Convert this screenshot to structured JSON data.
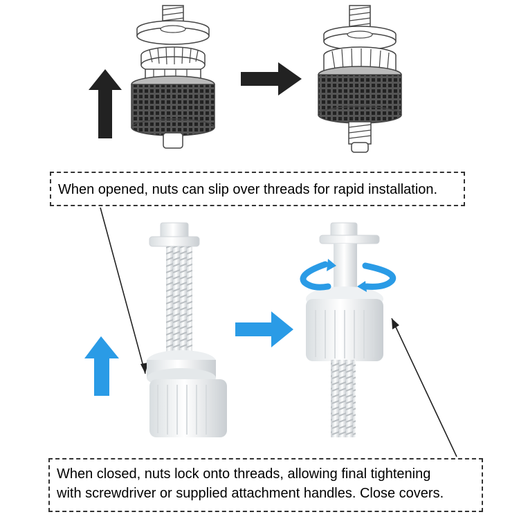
{
  "callouts": {
    "opened": "When opened, nuts can slip over threads for rapid installation.",
    "closed_line1": "When closed, nuts lock onto threads, allowing final tightening",
    "closed_line2": "with screwdriver or supplied attachment handles. Close covers."
  },
  "colors": {
    "arrow_dark": "#222222",
    "arrow_blue": "#2a9be6",
    "part_white": "#f2f2f2",
    "outline": "#444444"
  }
}
